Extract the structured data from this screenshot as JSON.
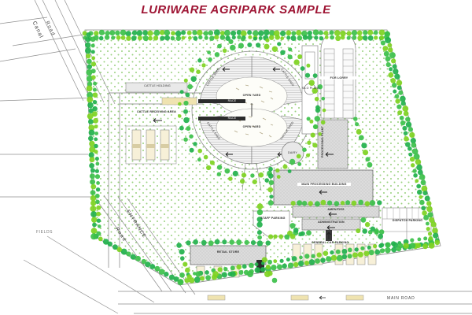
{
  "title": "LURIWARE AGRIPARK SAMPLE",
  "title_color": "#9e1433",
  "colors": {
    "tree_green": "#22b14c",
    "tree_green_light": "#7ed321",
    "grass_stipple": "#9ad17f",
    "line": "#6f6f6f",
    "building_fill": "#d8d8d8",
    "road_fill": "#ffffff",
    "yellow_bay": "#efe3b0",
    "dark_bar": "#2b2b2b",
    "title": "#9e1433"
  },
  "roads": {
    "canal": "Canal",
    "canal_sub": "Road",
    "entrance": "ENTRANCE",
    "entrance_sub": "Road",
    "main_road": "MAIN ROAD"
  },
  "site": {
    "fields_label": "FIELDS"
  },
  "labels": {
    "cattle_shed_nw": "CATTLE\nSHED",
    "cattle_shed_ne": "CATTLE\nSHED",
    "cattle_shed_sw": "CATTLE\nSHED",
    "cattle_shed_se": "CATTLE\nSHED",
    "open_yard_top": "OPEN YARD",
    "open_yard_bottom": "OPEN YARD",
    "cattle_receiving": "CATTLE RECEIVING\nAREA",
    "cattle_bay_top": "CATTLE\nHOLDING",
    "race_top": "RACE",
    "race_bottom": "RACE",
    "for_lorry": "FOR LORRY",
    "silo": "SILO\nPLANT",
    "processing_plant": "PROCESSING\nPLANT",
    "dairy_tank": "DAIRY",
    "main_processing": "MAIN PROCESSING\nBUILDING",
    "amenities": "AMENITIES",
    "administration": "ADMINISTRATION",
    "general_car_parking": "GENERAL\nCAR\nPARKING",
    "dispatch_parking": "DISPATCH\nPARKING",
    "staff_parking": "STAFF\nPARKING",
    "retail": "RETAIL\nSTORE"
  }
}
